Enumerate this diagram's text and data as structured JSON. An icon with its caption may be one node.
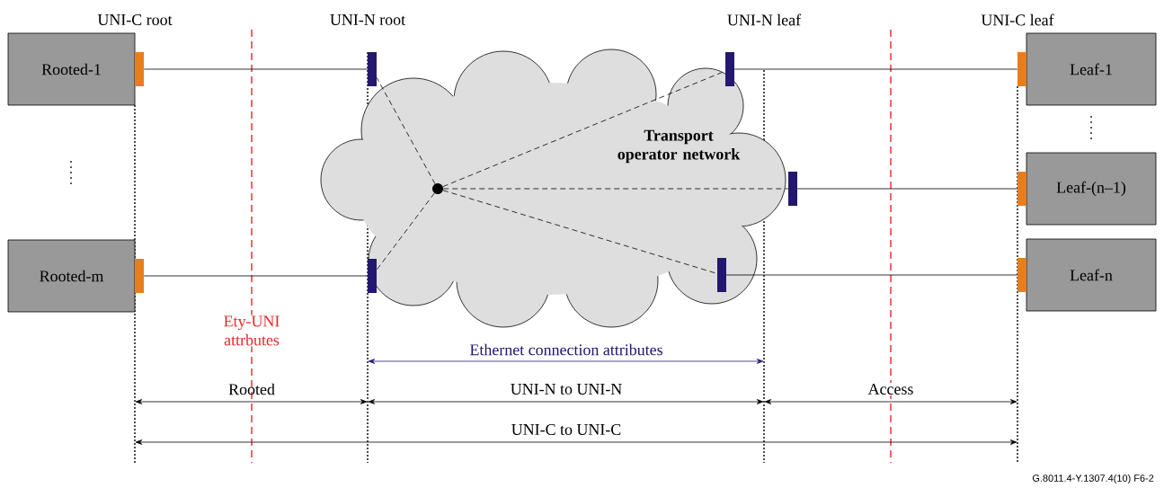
{
  "diagram": {
    "nodes": [
      {
        "text": [
          "Rooted-1"
        ]
      },
      {
        "text": [
          "Rooted-m"
        ]
      },
      {
        "text": [
          "Leaf-1"
        ]
      },
      {
        "text": [
          "Leaf-(n–1)"
        ]
      },
      {
        "text": [
          "Leaf-n"
        ]
      },
      {
        "text": [
          "Transport operator network"
        ]
      },
      {
        "text": [],
        "shape": "circle",
        "in": 5
      },
      {
        "text": [],
        "shape": "bar"
      },
      {
        "text": [],
        "shape": "bar"
      },
      {
        "text": [],
        "shape": "bar"
      },
      {
        "text": [],
        "shape": "bar"
      },
      {
        "text": [],
        "shape": "bar"
      },
      {
        "text": [],
        "shape": "bar"
      },
      {
        "text": [],
        "shape": "bar"
      },
      {
        "text": [],
        "shape": "bar"
      },
      {
        "text": [],
        "shape": "bar"
      },
      {
        "text": [],
        "shape": "bar"
      }
    ],
    "edges": [
      {
        "from": 7,
        "to": 9,
        "arrow": "none"
      },
      {
        "from": 8,
        "to": 10,
        "arrow": "none"
      },
      {
        "from": 11,
        "to": 14,
        "arrow": "none"
      },
      {
        "from": 12,
        "to": 15,
        "arrow": "none"
      },
      {
        "from": 13,
        "to": 16,
        "arrow": "none"
      },
      {
        "from": 6,
        "to": 9,
        "arrow": "none",
        "style": "dashed"
      },
      {
        "from": 6,
        "to": 10,
        "arrow": "none",
        "style": "dashed"
      },
      {
        "from": 6,
        "to": 11,
        "arrow": "none",
        "style": "dashed"
      },
      {
        "from": 6,
        "to": 12,
        "arrow": "none",
        "style": "dashed"
      },
      {
        "from": 6,
        "to": 13,
        "arrow": "none",
        "style": "dashed"
      }
    ],
    "labels": [
      "UNI-C root",
      "UNI-N root",
      "UNI-N leaf",
      "UNI-C leaf",
      "Ety-UNI attrbutes",
      "Ethernet connection attributes",
      "Rooted",
      "UNI-N to UNI-N",
      "Access",
      "UNI-C to UNI-C",
      "G.8011.4-Y.1307.4(10)  F6-2"
    ]
  }
}
